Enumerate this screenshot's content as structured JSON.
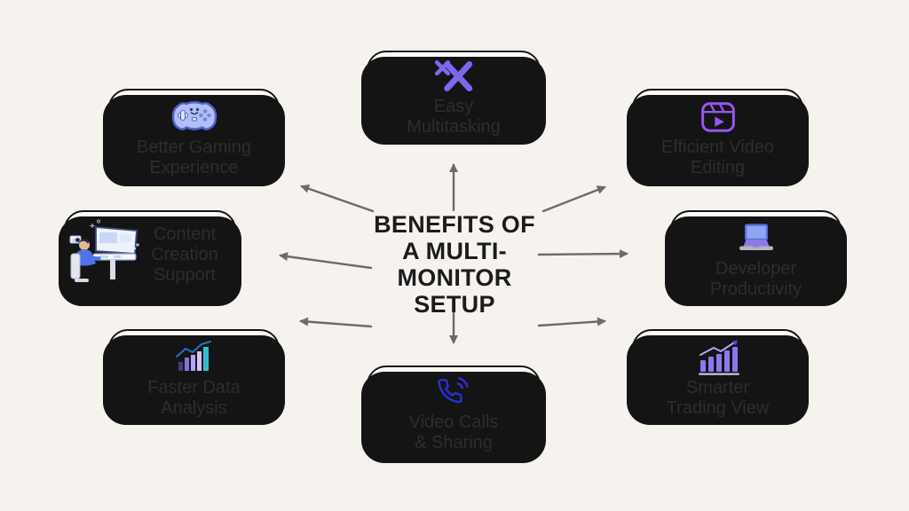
{
  "title": {
    "text": "BENEFITS OF\nA MULTI-\nMONITOR\nSETUP"
  },
  "nodes": [
    {
      "id": "better-gaming-experience",
      "label": "Better Gaming\nExperience",
      "icon": "gamepad-icon"
    },
    {
      "id": "easy-multitasking",
      "label": "Easy\nMultitasking",
      "icon": "multitask-arrows-icon"
    },
    {
      "id": "efficient-video-editing",
      "label": "Efficient Video\nEditing",
      "icon": "video-reel-icon"
    },
    {
      "id": "content-creation-support",
      "label": "Content\nCreation\nSupport",
      "icon": "creator-workstation-illustration"
    },
    {
      "id": "developer-productivity",
      "label": "Developer\nProductivity",
      "icon": "laptop-icon"
    },
    {
      "id": "faster-data-analysis",
      "label": "Faster Data\nAnalysis",
      "icon": "bar-chart-growth-icon"
    },
    {
      "id": "video-calls-sharing",
      "label": "Video Calls\n& Sharing",
      "icon": "phone-call-icon"
    },
    {
      "id": "smarter-trading-view",
      "label": "Smarter\nTrading View",
      "icon": "trading-chart-icon"
    }
  ],
  "connectors": {
    "count": 8,
    "style": "straight line with solid arrowhead, radiating outward from center"
  },
  "colors": {
    "background": "#f6f3ee",
    "card_fill": "#fffefc",
    "outline": "#141414",
    "title_text": "#1c1c1e",
    "label_text": "#2d2d2d",
    "arrow": "#6e6a66",
    "purple": "#7b68ee",
    "violet": "#9557f0",
    "phone_blue": "#2a2ed0",
    "gamepad_blue": "#b0c0f6",
    "laptop_screen_blue": "#8ca6f0",
    "teal": "#31bfcf"
  }
}
